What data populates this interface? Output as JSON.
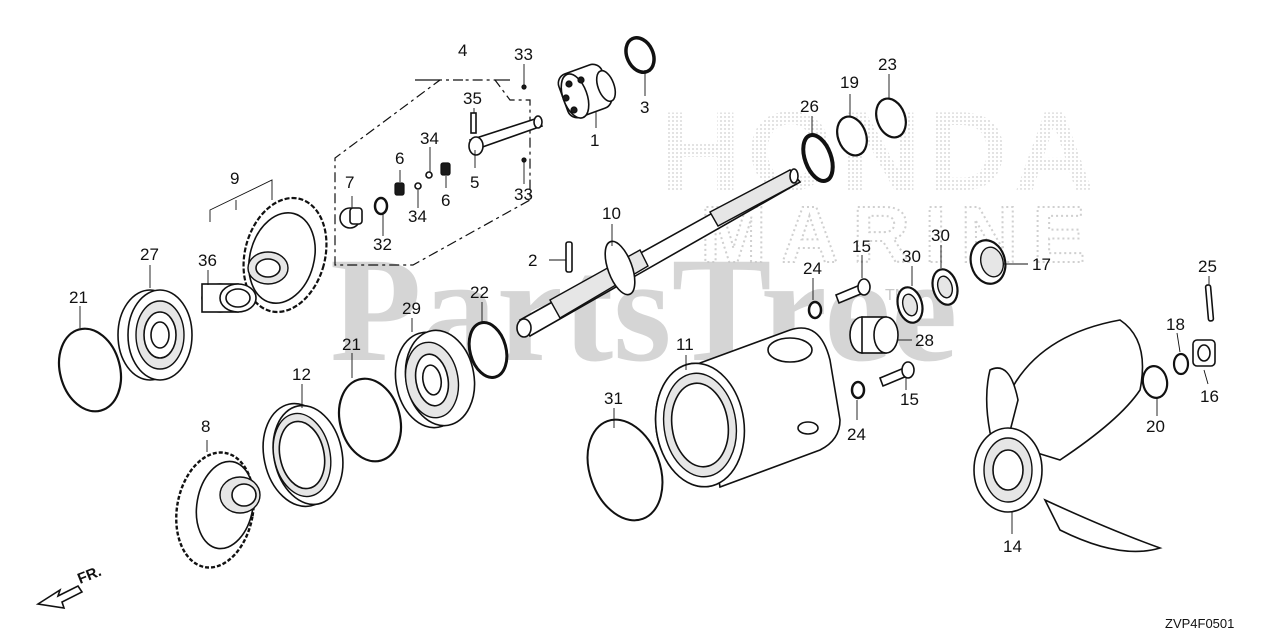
{
  "diagram": {
    "watermark_brand": "HONDA",
    "watermark_sub": "MARINE",
    "watermark_site": "PartsTree",
    "watermark_tm": "TM",
    "diagram_code": "ZVP4F0501",
    "front_label": "FR."
  },
  "callouts": {
    "c1": "1",
    "c2": "2",
    "c3": "3",
    "c4": "4",
    "c5": "5",
    "c6a": "6",
    "c6b": "6",
    "c7": "7",
    "c8": "8",
    "c9": "9",
    "c10": "10",
    "c11": "11",
    "c12": "12",
    "c14": "14",
    "c15a": "15",
    "c15b": "15",
    "c16": "16",
    "c17": "17",
    "c18": "18",
    "c19": "19",
    "c20": "20",
    "c21a": "21",
    "c21b": "21",
    "c22": "22",
    "c23": "23",
    "c24a": "24",
    "c24b": "24",
    "c25": "25",
    "c26": "26",
    "c27": "27",
    "c28": "28",
    "c29": "29",
    "c30a": "30",
    "c30b": "30",
    "c31": "31",
    "c32": "32",
    "c33a": "33",
    "c33b": "33",
    "c34a": "34",
    "c34b": "34",
    "c35": "35",
    "c36": "36"
  }
}
